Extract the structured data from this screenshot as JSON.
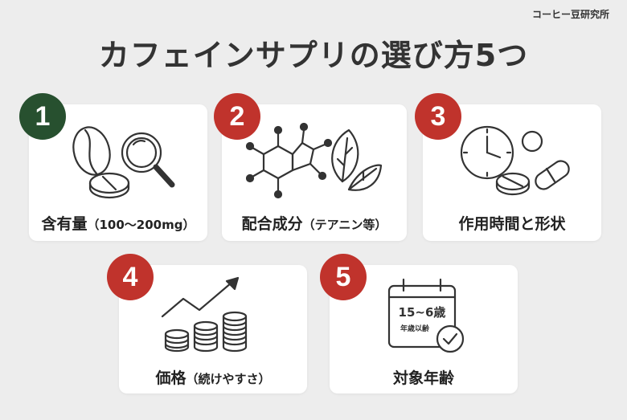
{
  "brand": "コーヒー豆研究所",
  "title": "カフェインサプリの選び方5つ",
  "colors": {
    "green": "#27502f",
    "red": "#c0332c",
    "ink": "#333333"
  },
  "items": [
    {
      "number": "1",
      "label": "含有量",
      "sub": "（100〜200mg）",
      "icon": "coffee-bean-pill-magnifier-icon"
    },
    {
      "number": "2",
      "label": "配合成分",
      "sub": "（テアニン等）",
      "icon": "molecule-leaves-icon"
    },
    {
      "number": "3",
      "label": "作用時間と形状",
      "sub": "",
      "icon": "clock-pills-icon"
    },
    {
      "number": "4",
      "label": "価格",
      "sub": "（続けやすさ）",
      "icon": "coins-rising-chart-icon"
    },
    {
      "number": "5",
      "label": "対象年齢",
      "sub": "",
      "icon": "calendar-age-check-icon",
      "calendar_main": "15~6歳",
      "calendar_sub": "年歳以齢"
    }
  ]
}
